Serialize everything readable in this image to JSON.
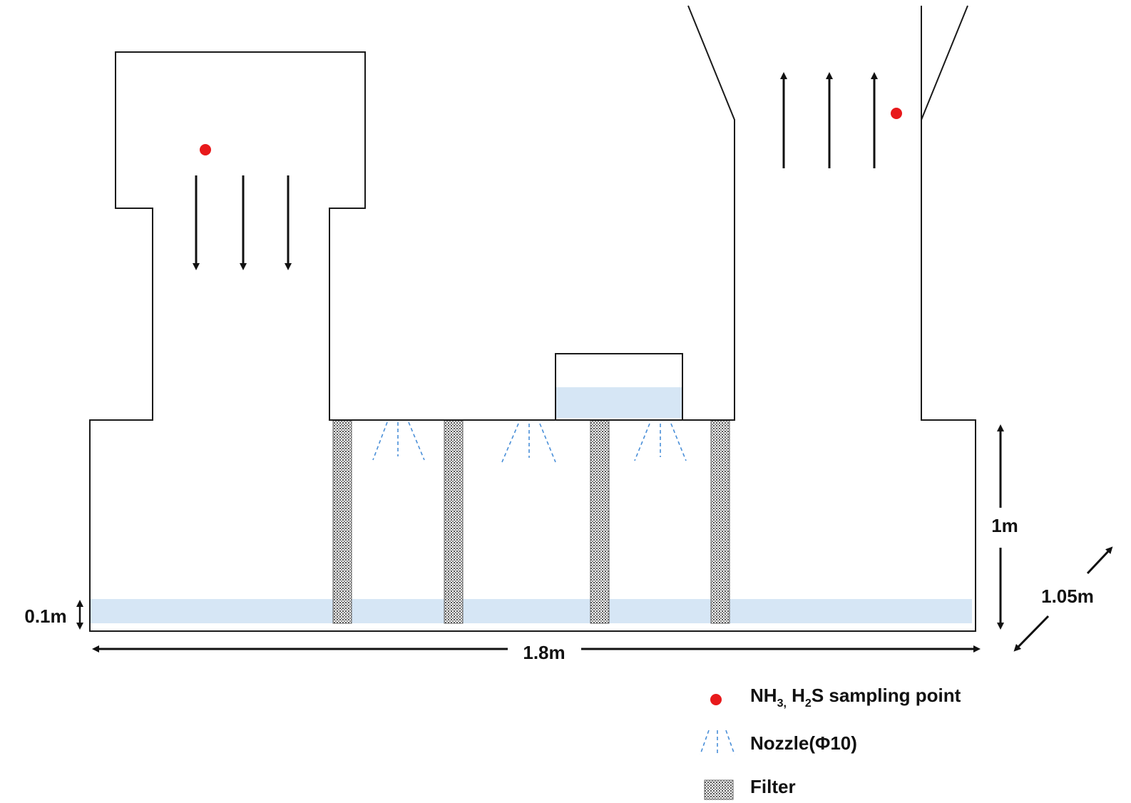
{
  "dimensions": {
    "height": "1m",
    "depth": "1.05m",
    "width": "1.8m",
    "water_depth": "0.1m"
  },
  "legend": {
    "sampling": {
      "nh": "NH",
      "sub3": "3,",
      "h": " H",
      "sub2": "2",
      "rest": "S sampling point"
    },
    "nozzle": "Nozzle(Φ10)",
    "filter": "Filter"
  },
  "colors": {
    "outline": "#1a1a1a",
    "water": "#d6e6f5",
    "sampling_point": "#e8191b",
    "nozzle": "#4a8fd8",
    "filter": "#7a7a7a"
  },
  "icons": {
    "sampling": "red-dot-icon",
    "nozzle": "spray-nozzle-icon",
    "filter": "stippled-filter-icon"
  }
}
